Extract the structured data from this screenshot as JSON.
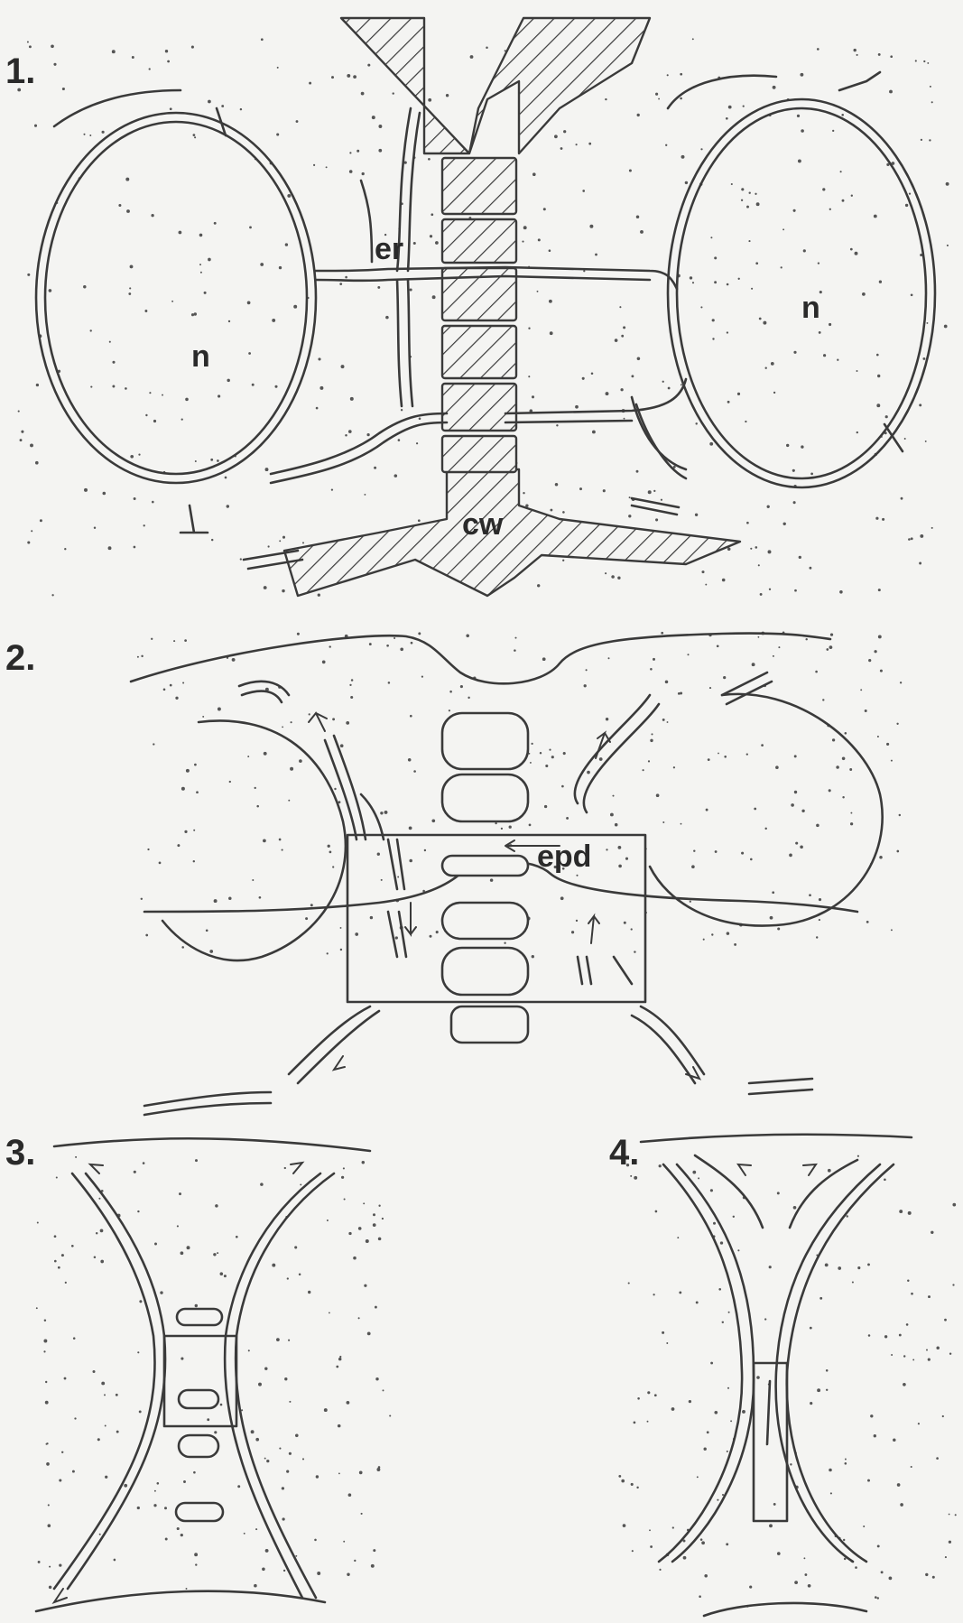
{
  "panels": [
    {
      "number": "1.",
      "labels": {
        "er": "er",
        "cw": "cw",
        "n_left": "n",
        "n_right": "n"
      }
    },
    {
      "number": "2.",
      "labels": {
        "epd": "epd"
      }
    },
    {
      "number": "3."
    },
    {
      "number": "4."
    }
  ],
  "colors": {
    "background": "#f4f4f2",
    "line": "#3a3a3a",
    "stipple": "#555555"
  }
}
